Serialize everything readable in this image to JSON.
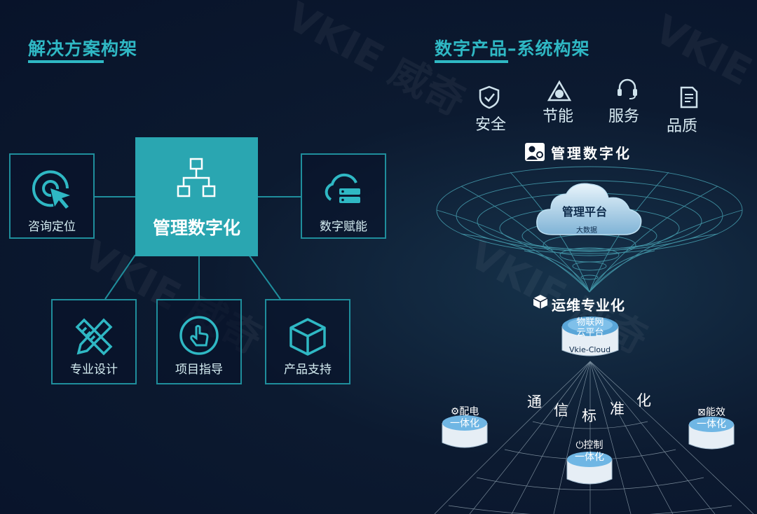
{
  "left": {
    "heading": "解决方案构架",
    "center_label": "管理数字化",
    "nodes": {
      "consult": "咨询定位",
      "empower": "数字赋能",
      "design": "专业设计",
      "guide": "项目指导",
      "support": "产品支持"
    }
  },
  "right": {
    "heading": "数字产品–系统构架",
    "features": [
      "安全",
      "节能",
      "服务",
      "品质"
    ],
    "tier_top": "管理数字化",
    "cloud_title": "管理平台",
    "cloud_sub": "大数据",
    "tier_mid": "运维专业化",
    "iot_line1": "物联网",
    "iot_line2": "云平台",
    "iot_brand": "Vkie-Cloud",
    "comm_chars": [
      "通",
      "信",
      "标",
      "准",
      "化"
    ],
    "node_power_l1": "配电",
    "node_power_l2": "一体化",
    "node_control_l1": "控制",
    "node_control_l2": "一体化",
    "node_energy_l1": "能效",
    "node_energy_l2": "一体化"
  },
  "watermark": {
    "latin": "VKIE",
    "cn": "威奇"
  },
  "colors": {
    "accent": "#2fb8c4",
    "center_fill": "#2aa6b1",
    "background": "#0c1a30"
  }
}
